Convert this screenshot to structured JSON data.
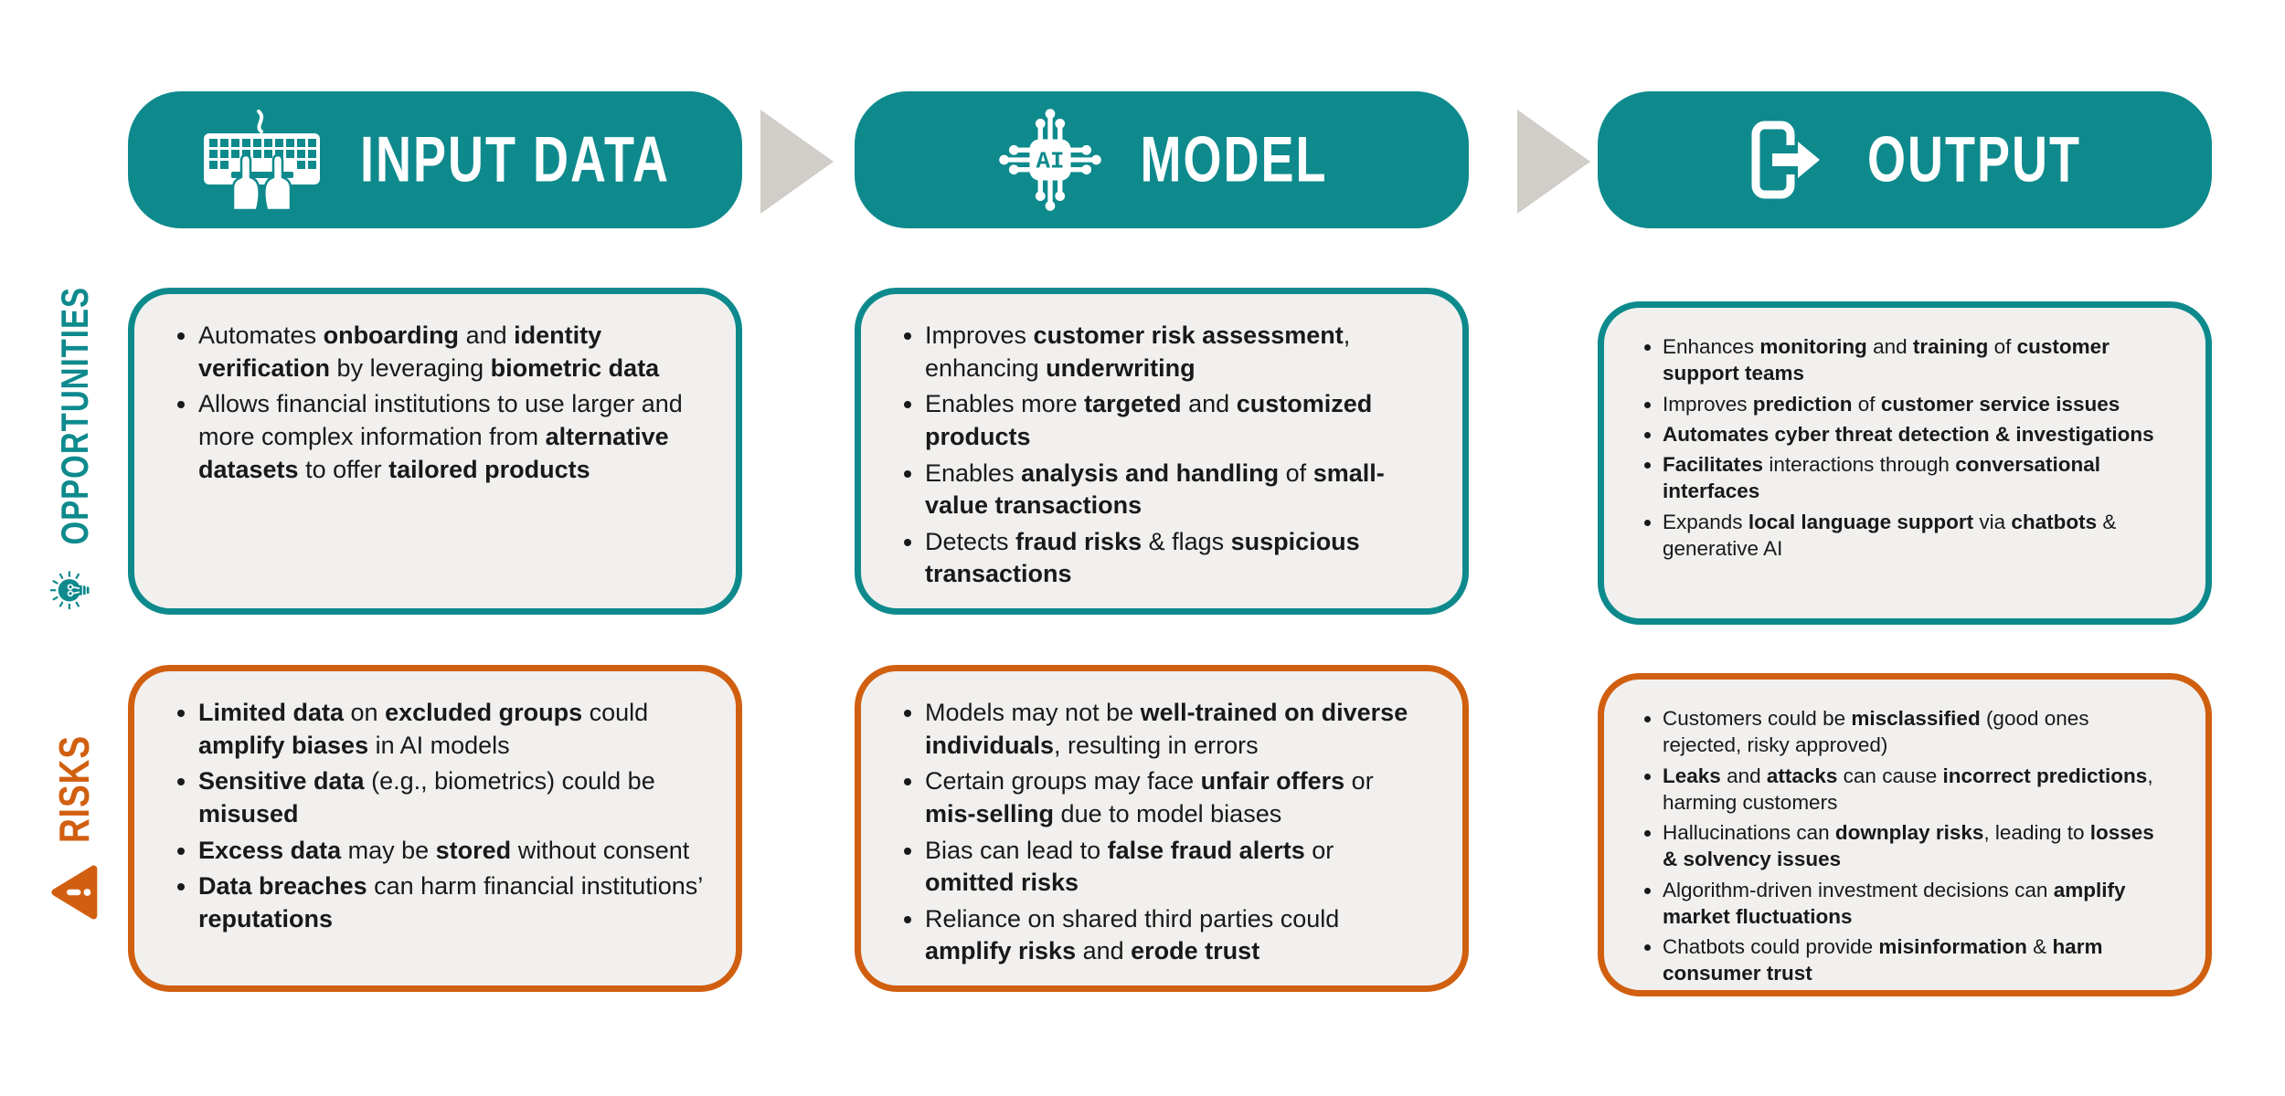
{
  "colors": {
    "teal": "#0e8a8d",
    "orange": "#d15f10",
    "arrow_gray": "#d1cdc8",
    "box_fill": "#f1f0ee",
    "text": "#191919",
    "header_text": "#ffffff"
  },
  "columns": [
    {
      "id": "input-data",
      "header": {
        "label": "INPUT DATA",
        "icon": "keyboard-icon"
      }
    },
    {
      "id": "model",
      "header": {
        "label": "MODEL",
        "icon": "ai-chip-icon"
      }
    },
    {
      "id": "output",
      "header": {
        "label": "OUTPUT",
        "icon": "export-icon"
      }
    }
  ],
  "rows": [
    {
      "id": "opportunities",
      "label": "OPPORTUNITIES",
      "icon": "lightbulb-icon",
      "color": "#0e8a8d"
    },
    {
      "id": "risks",
      "label": "RISKS",
      "icon": "warning-icon",
      "color": "#d15f10"
    }
  ],
  "arrows": [
    {
      "id": "flow-arrow-1",
      "between": [
        "input-data",
        "model"
      ]
    },
    {
      "id": "flow-arrow-2",
      "between": [
        "model",
        "output"
      ]
    }
  ],
  "cells": {
    "opportunities": [
      [
        [
          {
            "t": "Automates ",
            "b": false
          },
          {
            "t": "onboarding",
            "b": true
          },
          {
            "t": " and ",
            "b": false
          },
          {
            "t": "identity verification",
            "b": true
          },
          {
            "t": " by leveraging ",
            "b": false
          },
          {
            "t": "biometric data",
            "b": true
          }
        ],
        [
          {
            "t": "Allows financial institutions to use larger and more complex information from ",
            "b": false
          },
          {
            "t": "alternative datasets",
            "b": true
          },
          {
            "t": " to offer ",
            "b": false
          },
          {
            "t": "tailored products",
            "b": true
          }
        ]
      ],
      [
        [
          {
            "t": "Improves ",
            "b": false
          },
          {
            "t": "customer risk assessment",
            "b": true
          },
          {
            "t": ", enhancing ",
            "b": false
          },
          {
            "t": "underwriting",
            "b": true
          }
        ],
        [
          {
            "t": "Enables more ",
            "b": false
          },
          {
            "t": "targeted",
            "b": true
          },
          {
            "t": " and ",
            "b": false
          },
          {
            "t": "customized products",
            "b": true
          }
        ],
        [
          {
            "t": "Enables ",
            "b": false
          },
          {
            "t": "analysis and handling",
            "b": true
          },
          {
            "t": " of ",
            "b": false
          },
          {
            "t": "small-value transactions",
            "b": true
          }
        ],
        [
          {
            "t": "Detects ",
            "b": false
          },
          {
            "t": "fraud risks",
            "b": true
          },
          {
            "t": " & flags ",
            "b": false
          },
          {
            "t": "suspicious transactions",
            "b": true
          }
        ]
      ],
      [
        [
          {
            "t": "Enhances ",
            "b": false
          },
          {
            "t": "monitoring",
            "b": true
          },
          {
            "t": " and ",
            "b": false
          },
          {
            "t": "training",
            "b": true
          },
          {
            "t": " of ",
            "b": false
          },
          {
            "t": "customer support teams",
            "b": true
          }
        ],
        [
          {
            "t": "Improves ",
            "b": false
          },
          {
            "t": "prediction",
            "b": true
          },
          {
            "t": " of ",
            "b": false
          },
          {
            "t": "customer service issues",
            "b": true
          }
        ],
        [
          {
            "t": "Automates cyber threat detection & investigations",
            "b": true
          }
        ],
        [
          {
            "t": "Facilitates",
            "b": true
          },
          {
            "t": " interactions through ",
            "b": false
          },
          {
            "t": "conversational interfaces",
            "b": true
          }
        ],
        [
          {
            "t": "Expands ",
            "b": false
          },
          {
            "t": "local language support",
            "b": true
          },
          {
            "t": " via ",
            "b": false
          },
          {
            "t": "chatbots",
            "b": true
          },
          {
            "t": " & generative AI",
            "b": false
          }
        ]
      ]
    ],
    "risks": [
      [
        [
          {
            "t": "Limited data",
            "b": true
          },
          {
            "t": " on ",
            "b": false
          },
          {
            "t": "excluded groups",
            "b": true
          },
          {
            "t": " could ",
            "b": false
          },
          {
            "t": "amplify biases",
            "b": true
          },
          {
            "t": " in AI models",
            "b": false
          }
        ],
        [
          {
            "t": "Sensitive data",
            "b": true
          },
          {
            "t": " (e.g., biometrics) could be ",
            "b": false
          },
          {
            "t": "misused",
            "b": true
          }
        ],
        [
          {
            "t": "Excess data",
            "b": true
          },
          {
            "t": " may be ",
            "b": false
          },
          {
            "t": "stored",
            "b": true
          },
          {
            "t": " without consent",
            "b": false
          }
        ],
        [
          {
            "t": "Data breaches",
            "b": true
          },
          {
            "t": " can harm financial institutions’ ",
            "b": false
          },
          {
            "t": "reputations",
            "b": true
          }
        ]
      ],
      [
        [
          {
            "t": "Models may not be ",
            "b": false
          },
          {
            "t": "well-trained on diverse individuals",
            "b": true
          },
          {
            "t": ", resulting in errors",
            "b": false
          }
        ],
        [
          {
            "t": "Certain groups may face ",
            "b": false
          },
          {
            "t": "unfair offers",
            "b": true
          },
          {
            "t": " or ",
            "b": false
          },
          {
            "t": "mis-selling",
            "b": true
          },
          {
            "t": " due to model biases",
            "b": false
          }
        ],
        [
          {
            "t": "Bias can lead to ",
            "b": false
          },
          {
            "t": "false fraud alerts",
            "b": true
          },
          {
            "t": " or ",
            "b": false
          },
          {
            "t": "omitted risks",
            "b": true
          }
        ],
        [
          {
            "t": "Reliance on shared third parties could ",
            "b": false
          },
          {
            "t": "amplify risks",
            "b": true
          },
          {
            "t": " and ",
            "b": false
          },
          {
            "t": "erode trust",
            "b": true
          }
        ]
      ],
      [
        [
          {
            "t": "Customers could be ",
            "b": false
          },
          {
            "t": "misclassified",
            "b": true
          },
          {
            "t": " (good ones rejected, risky approved)",
            "b": false
          }
        ],
        [
          {
            "t": "Leaks",
            "b": true
          },
          {
            "t": " and ",
            "b": false
          },
          {
            "t": "attacks",
            "b": true
          },
          {
            "t": " can cause ",
            "b": false
          },
          {
            "t": "incorrect predictions",
            "b": true
          },
          {
            "t": ", harming customers",
            "b": false
          }
        ],
        [
          {
            "t": "Hallucinations can ",
            "b": false
          },
          {
            "t": "downplay risks",
            "b": true
          },
          {
            "t": ", leading to ",
            "b": false
          },
          {
            "t": "losses & solvency issues",
            "b": true
          }
        ],
        [
          {
            "t": "Algorithm-driven investment decisions can ",
            "b": false
          },
          {
            "t": "amplify market fluctuations",
            "b": true
          }
        ],
        [
          {
            "t": "Chatbots could provide ",
            "b": false
          },
          {
            "t": "misinformation",
            "b": true
          },
          {
            "t": " & ",
            "b": false
          },
          {
            "t": "harm consumer trust",
            "b": true
          }
        ]
      ]
    ]
  }
}
